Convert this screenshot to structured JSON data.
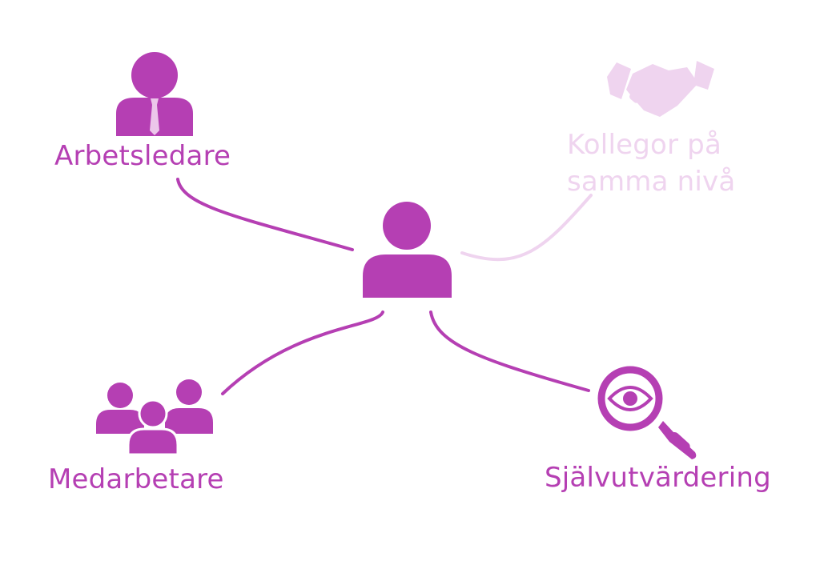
{
  "colors": {
    "primary": "#b53fb3",
    "faded": "#efd4ef",
    "tie": "#ecc6ea",
    "background": "#ffffff"
  },
  "labels": {
    "supervisor": "Arbetsledare",
    "peers_line1": "Kollegor på",
    "peers_line2": "samma nivå",
    "reports": "Medarbetare",
    "self": "Självutvärdering"
  },
  "icons": {
    "center": "person-icon",
    "supervisor": "businessman-icon",
    "peers": "handshake-icon",
    "reports": "group-icon",
    "self": "magnifier-eye-icon"
  }
}
